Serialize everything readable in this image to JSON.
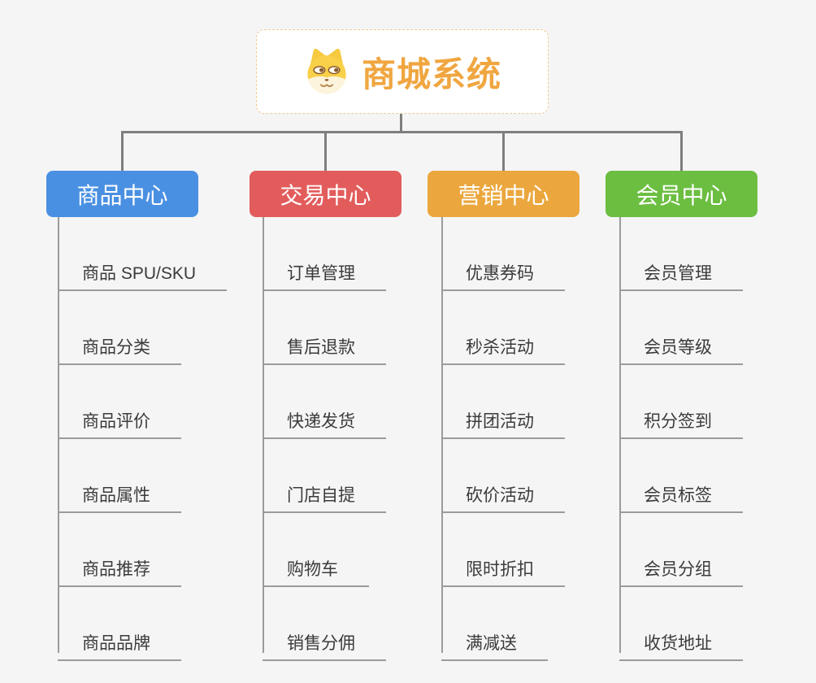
{
  "root": {
    "title": "商城系统",
    "icon": "shiba-dog-icon"
  },
  "branches": [
    {
      "label": "商品中心",
      "color": "#4a90e2",
      "children": [
        "商品 SPU/SKU",
        "商品分类",
        "商品评价",
        "商品属性",
        "商品推荐",
        "商品品牌"
      ]
    },
    {
      "label": "交易中心",
      "color": "#e25c5c",
      "children": [
        "订单管理",
        "售后退款",
        "快递发货",
        "门店自提",
        "购物车",
        "销售分佣"
      ]
    },
    {
      "label": "营销中心",
      "color": "#eba73d",
      "children": [
        "优惠券码",
        "秒杀活动",
        "拼团活动",
        "砍价活动",
        "限时折扣",
        "满减送"
      ]
    },
    {
      "label": "会员中心",
      "color": "#6cbe41",
      "children": [
        "会员管理",
        "会员等级",
        "积分签到",
        "会员标签",
        "会员分组",
        "收货地址"
      ]
    }
  ],
  "colors": {
    "background": "#f5f5f6",
    "root_title": "#f0a640",
    "root_border": "#eecb92",
    "connector": "#7e7e7e",
    "child_line": "#9b9b9b",
    "child_text": "#3b3b3b"
  }
}
